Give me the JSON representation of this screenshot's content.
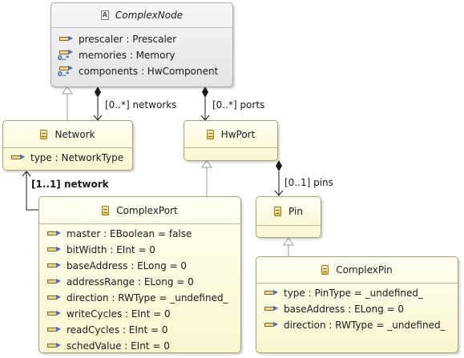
{
  "nodes": {
    "complex_node": {
      "name": "ComplexNode",
      "attributes": [
        {
          "text": "prescaler : Prescaler",
          "multi": false
        },
        {
          "text": "memories : Memory",
          "multi": true
        },
        {
          "text": "components : HwComponent",
          "multi": true
        }
      ]
    },
    "network": {
      "name": "Network",
      "attributes": [
        {
          "text": "type : NetworkType",
          "multi": false
        }
      ]
    },
    "hw_port": {
      "name": "HwPort",
      "attributes": []
    },
    "pin": {
      "name": "Pin",
      "attributes": []
    },
    "complex_port": {
      "name": "ComplexPort",
      "attributes": [
        {
          "text": "master : EBoolean = false",
          "multi": false
        },
        {
          "text": "bitWidth : EInt = 0",
          "multi": false
        },
        {
          "text": "baseAddress : ELong = 0",
          "multi": false
        },
        {
          "text": "addressRange : ELong = 0",
          "multi": false
        },
        {
          "text": "direction : RWType = _undefined_",
          "multi": false
        },
        {
          "text": "writeCycles : EInt = 0",
          "multi": false
        },
        {
          "text": "readCycles : EInt = 0",
          "multi": false
        },
        {
          "text": "schedValue : EInt = 0",
          "multi": false
        }
      ]
    },
    "complex_pin": {
      "name": "ComplexPin",
      "attributes": [
        {
          "text": "type : PinType = _undefined_",
          "multi": false
        },
        {
          "text": "baseAddress : ELong = 0",
          "multi": false
        },
        {
          "text": "direction : RWType = _undefined_",
          "multi": false
        }
      ]
    }
  },
  "edges": {
    "networks_label": "[0..*] networks",
    "ports_label": "[0..*] ports",
    "pins_label": "[0..1] pins",
    "network_label": "[1..1] network"
  },
  "icons": {
    "multi_marker": "0..*"
  }
}
